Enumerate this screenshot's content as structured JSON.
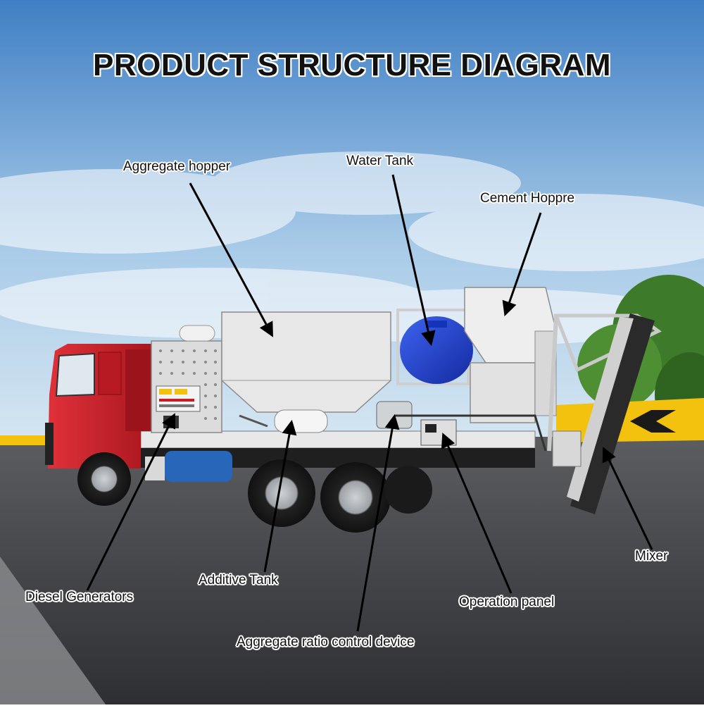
{
  "title": "PRODUCT STRUCTURE DIAGRAM",
  "labels": {
    "aggregate_hopper": "Aggregate hopper",
    "water_tank": "Water Tank",
    "cement_hopper": "Cement Hoppre",
    "mixer": "Mixer",
    "additive_tank": "Additive Tank",
    "diesel_generators": "Diesel Generators",
    "operation_panel": "Operation panel",
    "aggregate_ratio": "Aggregate ratio control device"
  },
  "colors": {
    "sky_top": "#3f7fc4",
    "sky_bottom": "#cfe3f3",
    "road": "#3a3b3e",
    "cab_red": "#c8202a",
    "body_white": "#e9e9e9",
    "water_tank_blue": "#1f3fcf",
    "sign_yellow": "#f2c20f"
  }
}
